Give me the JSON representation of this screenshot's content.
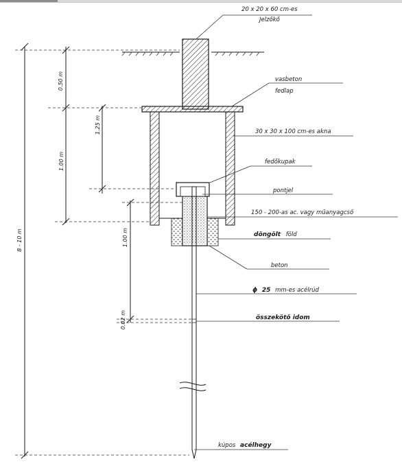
{
  "labels": {
    "marker_size": "20 x 20 x 60 cm-es",
    "marker_name": "Jelzőkő",
    "slab_material": "vasbeton",
    "slab_name": "fedlap",
    "shaft": "30 x 30 x 100 cm-es akna",
    "cap": "fedőkupak",
    "point": "pontjel",
    "pipe": "150 - 200-as ac. vagy műanyagcső",
    "soil_1": "döngölt",
    "soil_2": "föld",
    "concrete": "beton",
    "rod_symbol": "ϕ",
    "rod_1": "25",
    "rod_2": "mm-es acélrúd",
    "joint": "összekötő idom",
    "tip_1": "kúpos",
    "tip_2": "acélhegy"
  },
  "dimensions": {
    "d050": "0.50 m",
    "d125": "1.25 m",
    "d100a": "1.00 m",
    "d100b": "1.00 m",
    "d002": "0.02 m",
    "d810": "8 - 10 m"
  }
}
